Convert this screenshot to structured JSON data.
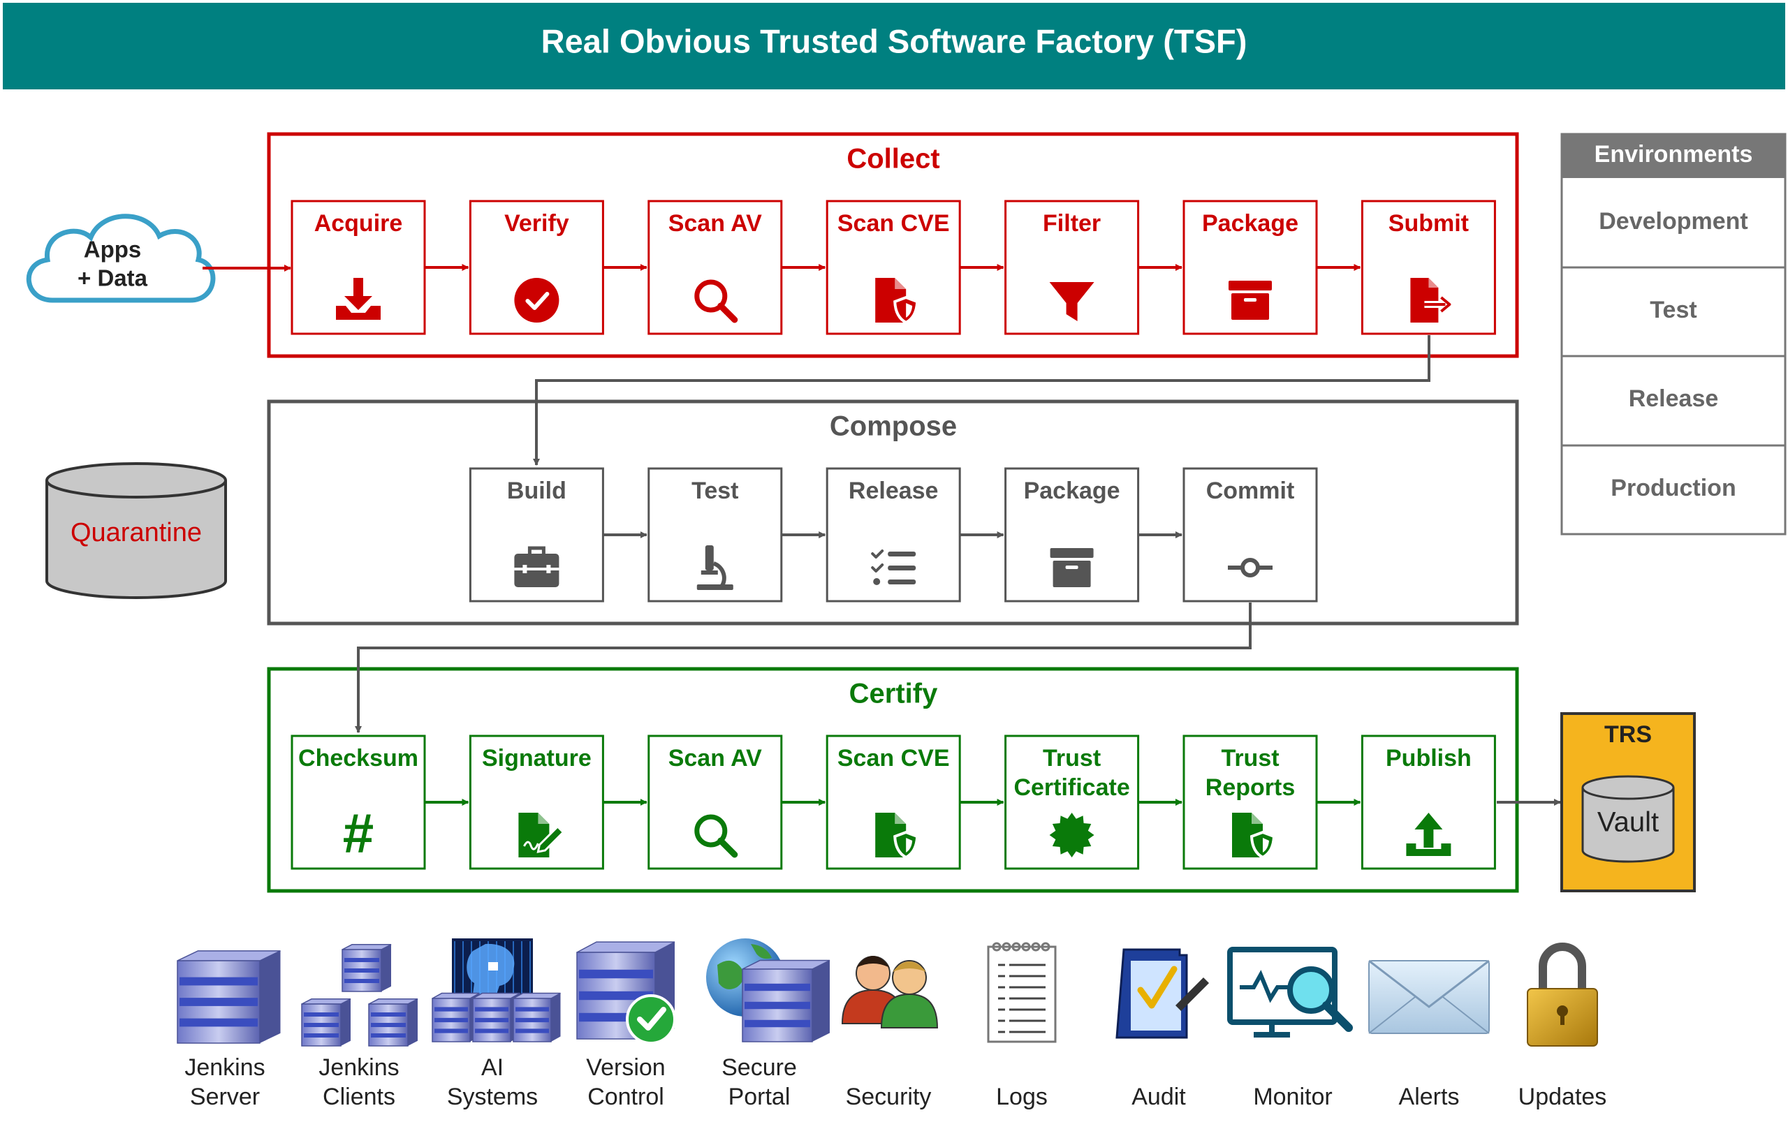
{
  "title": "Real Obvious Trusted Software Factory (TSF)",
  "colors": {
    "header": "#008080",
    "collect": "#cc0000",
    "compose": "#555555",
    "certify": "#0a7a0a",
    "trs": "#f5b41e",
    "cloud": "#3aa0c8",
    "gray_fill": "#c8c8c8",
    "env_header": "#777777"
  },
  "source": {
    "line1": "Apps",
    "line2": "+ Data"
  },
  "quarantine": "Quarantine",
  "collect": {
    "title": "Collect",
    "steps": [
      {
        "label": "Acquire",
        "icon": "download-icon"
      },
      {
        "label": "Verify",
        "icon": "check-circle-icon"
      },
      {
        "label": "Scan AV",
        "icon": "magnifier-icon"
      },
      {
        "label": "Scan CVE",
        "icon": "file-shield-icon"
      },
      {
        "label": "Filter",
        "icon": "funnel-icon"
      },
      {
        "label": "Package",
        "icon": "archive-box-icon"
      },
      {
        "label": "Submit",
        "icon": "file-export-icon"
      }
    ]
  },
  "compose": {
    "title": "Compose",
    "steps": [
      {
        "label": "Build",
        "icon": "toolbox-icon"
      },
      {
        "label": "Test",
        "icon": "microscope-icon"
      },
      {
        "label": "Release",
        "icon": "checklist-icon"
      },
      {
        "label": "Package",
        "icon": "archive-box-icon"
      },
      {
        "label": "Commit",
        "icon": "commit-node-icon"
      }
    ]
  },
  "certify": {
    "title": "Certify",
    "steps": [
      {
        "label": "Checksum",
        "icon": "hash-icon"
      },
      {
        "label": "Signature",
        "icon": "file-signature-icon"
      },
      {
        "label": "Scan AV",
        "icon": "magnifier-icon"
      },
      {
        "label": "Scan CVE",
        "icon": "file-shield-icon"
      },
      {
        "label": "Trust\nCertificate",
        "icon": "certificate-seal-icon"
      },
      {
        "label": "Trust\nReports",
        "icon": "file-shield-icon"
      },
      {
        "label": "Publish",
        "icon": "upload-icon"
      }
    ]
  },
  "environments": {
    "title": "Environments",
    "items": [
      "Development",
      "Test",
      "Release",
      "Production"
    ]
  },
  "trs": {
    "title": "TRS",
    "vault": "Vault"
  },
  "tools": [
    {
      "label": "Jenkins\nServer",
      "icon": "server-icon"
    },
    {
      "label": "Jenkins\nClients",
      "icon": "server-cluster-icon"
    },
    {
      "label": "AI\nSystems",
      "icon": "ai-servers-icon"
    },
    {
      "label": "Version\nControl",
      "icon": "server-check-icon"
    },
    {
      "label": "Secure\nPortal",
      "icon": "globe-server-icon"
    },
    {
      "label": "Security",
      "icon": "users-icon"
    },
    {
      "label": "Logs",
      "icon": "notepad-icon"
    },
    {
      "label": "Audit",
      "icon": "audit-clipboard-icon"
    },
    {
      "label": "Monitor",
      "icon": "monitor-search-icon"
    },
    {
      "label": "Alerts",
      "icon": "envelope-icon"
    },
    {
      "label": "Updates",
      "icon": "padlock-icon"
    }
  ]
}
